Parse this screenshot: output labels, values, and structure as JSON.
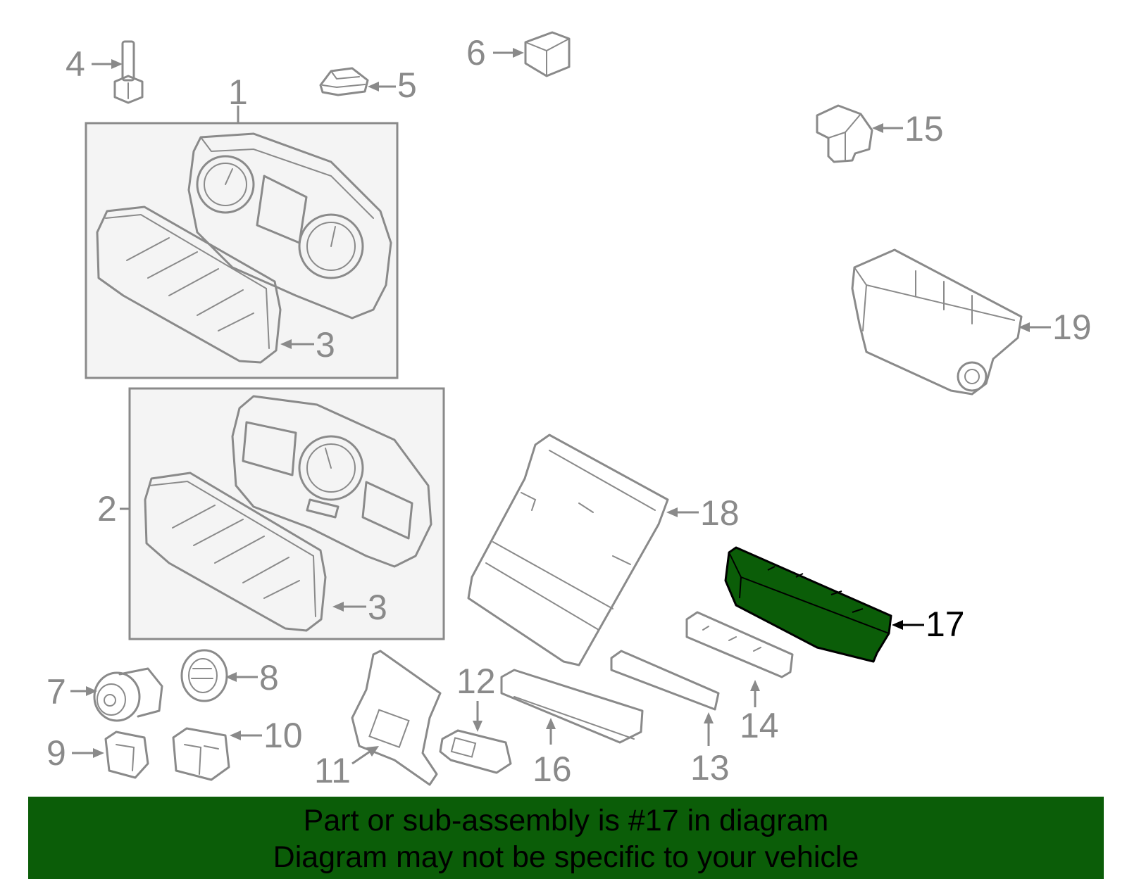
{
  "callouts": {
    "c1": "1",
    "c2": "2",
    "c3a": "3",
    "c3b": "3",
    "c4": "4",
    "c5": "5",
    "c6": "6",
    "c7": "7",
    "c8": "8",
    "c9": "9",
    "c10": "10",
    "c11": "11",
    "c12": "12",
    "c13": "13",
    "c14": "14",
    "c15": "15",
    "c16": "16",
    "c17": "17",
    "c18": "18",
    "c19": "19"
  },
  "highlighted_part": "17",
  "colors": {
    "highlight_fill": "#0b5d08",
    "line_gray": "#8a8a8a",
    "banner_bg": "#0b5d08",
    "panel_bg": "#f4f4f4"
  },
  "banner": {
    "line1": "Part or sub-assembly is #17 in diagram",
    "line2": "Diagram may not be specific to your vehicle"
  }
}
